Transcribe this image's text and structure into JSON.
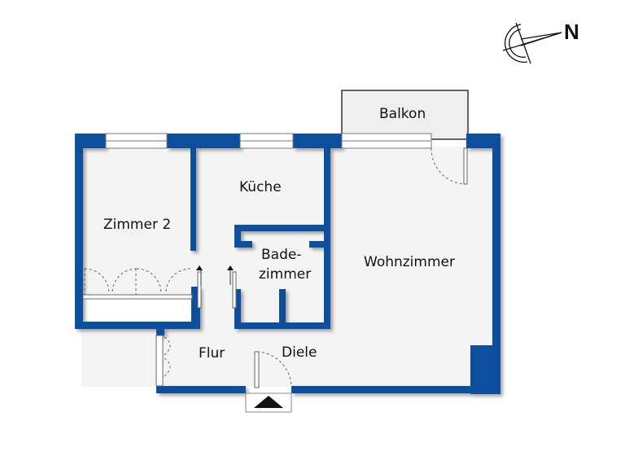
{
  "floorplan": {
    "colors": {
      "wall": "#0a4f9c",
      "floor": "#f4f4f4",
      "background": "#ffffff",
      "window": "#ffffff",
      "line": "#555555"
    },
    "compass": {
      "label": "N",
      "icon": "north-arrow-icon"
    },
    "rooms": [
      {
        "id": "balkon",
        "label": "Balkon"
      },
      {
        "id": "kueche",
        "label": "Küche"
      },
      {
        "id": "zimmer2",
        "label": "Zimmer 2"
      },
      {
        "id": "bad",
        "label_line1": "Bade-",
        "label_line2": "zimmer"
      },
      {
        "id": "wohnzimmer",
        "label": "Wohnzimmer"
      },
      {
        "id": "flur",
        "label": "Flur"
      },
      {
        "id": "diele",
        "label": "Diele"
      }
    ],
    "entrance": {
      "icon": "entrance-triangle-icon"
    }
  }
}
